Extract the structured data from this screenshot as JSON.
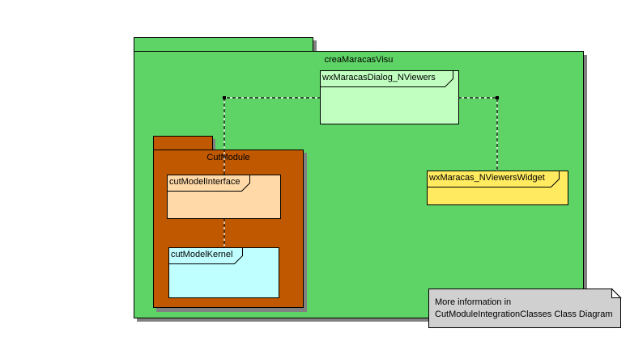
{
  "diagram": {
    "outer_package": {
      "name": "creaMaracasVisu",
      "fill": "#5fd466"
    },
    "inner_package": {
      "name": "CutModule",
      "fill": "#c05800"
    },
    "classes": [
      {
        "id": "dialog",
        "name": "wxMaracasDialog_NViewers",
        "fill": "#c0ffc0"
      },
      {
        "id": "interface",
        "name": "cutModelInterface",
        "fill": "#ffdaa8"
      },
      {
        "id": "kernel",
        "name": "cutModelKernel",
        "fill": "#c0ffff"
      },
      {
        "id": "widget",
        "name": "wxMaracas_NViewersWidget",
        "fill": "#ffea60"
      }
    ],
    "dependencies": [
      {
        "from": "wxMaracasDialog_NViewers",
        "to": "CutModule",
        "style": "dashed"
      },
      {
        "from": "wxMaracasDialog_NViewers",
        "to": "wxMaracas_NViewersWidget",
        "style": "dashed"
      },
      {
        "from": "cutModelInterface",
        "to": "cutModelKernel",
        "style": "dashed"
      }
    ],
    "note": {
      "lines": [
        "More information in",
        "CutModuleIntegrationClasses Class Diagram"
      ],
      "fill": "#d0d0d0"
    }
  }
}
